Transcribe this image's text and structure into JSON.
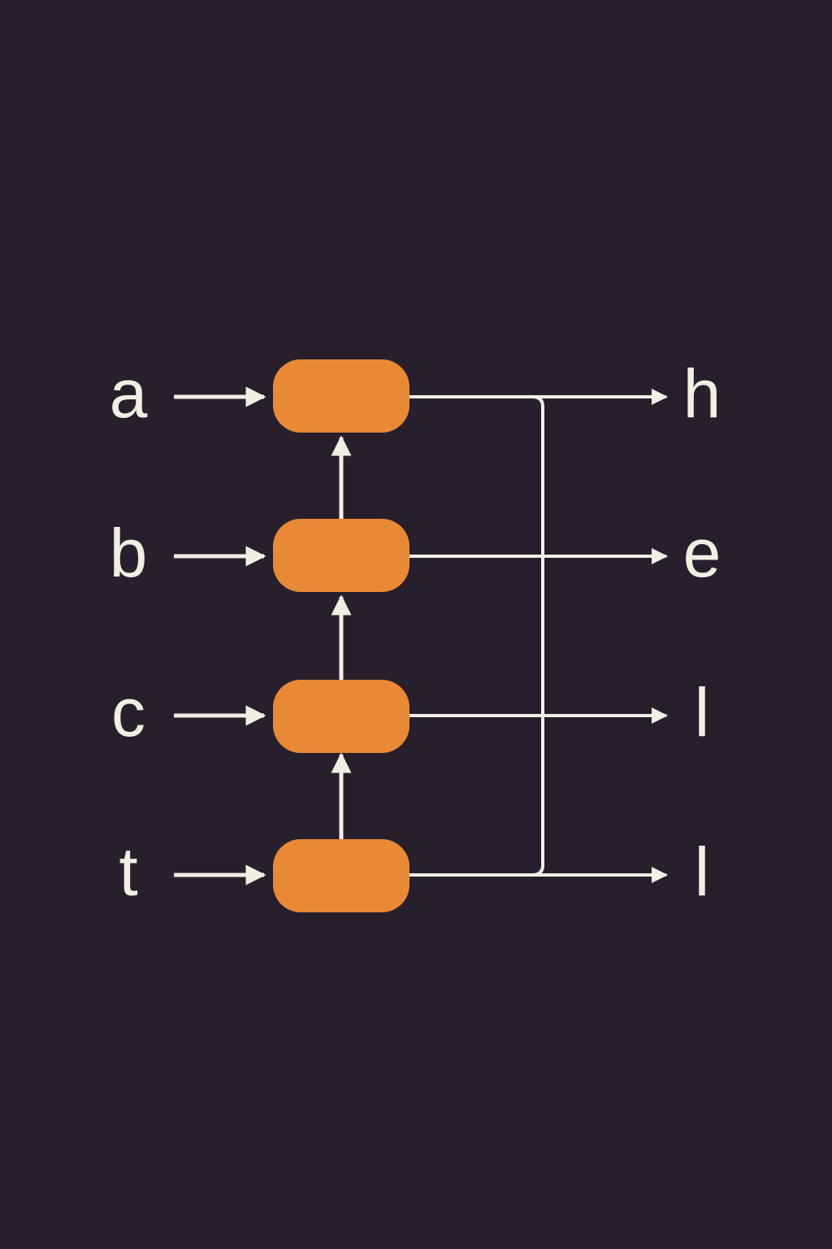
{
  "colors": {
    "background": "#281f2d",
    "node_fill": "#e88a35",
    "line": "#f3eee2",
    "text": "#f3eee2"
  },
  "inputs": [
    "a",
    "b",
    "c",
    "t"
  ],
  "outputs": [
    "h",
    "e",
    "l",
    "l"
  ]
}
